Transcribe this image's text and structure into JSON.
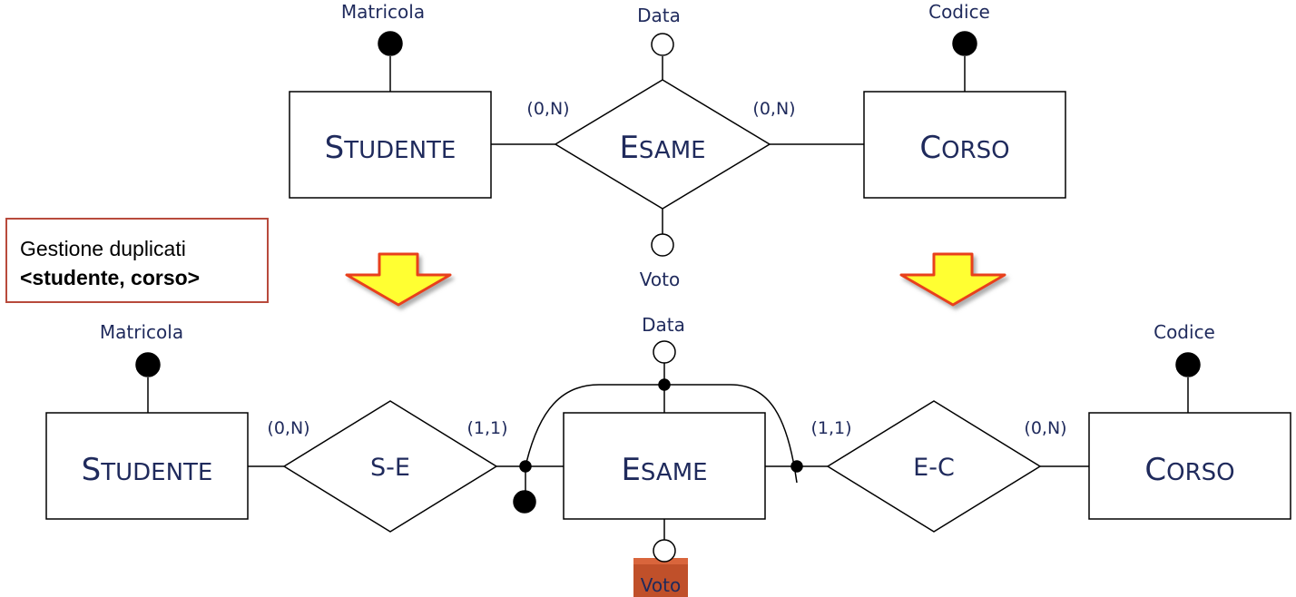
{
  "top": {
    "studente": {
      "first": "S",
      "rest": "TUDENTE"
    },
    "esame": {
      "first": "E",
      "rest": "SAME"
    },
    "corso": {
      "first": "C",
      "rest": "ORSO"
    },
    "attr_matricola": "Matricola",
    "attr_data": "Data",
    "attr_codice": "Codice",
    "attr_voto": "Voto",
    "card_left": "(0,N)",
    "card_right": "(0,N)"
  },
  "note": {
    "line1": "Gestione duplicati",
    "line2": "<studente, corso>"
  },
  "bottom": {
    "studente": {
      "first": "S",
      "rest": "TUDENTE"
    },
    "esame": {
      "first": "E",
      "rest": "SAME"
    },
    "corso": {
      "first": "C",
      "rest": "ORSO"
    },
    "rel_se": "S-E",
    "rel_ec": "E-C",
    "attr_matricola": "Matricola",
    "attr_data": "Data",
    "attr_codice": "Codice",
    "attr_voto": "Voto",
    "card_stud_se": "(0,N)",
    "card_se_esame": "(1,1)",
    "card_esame_ec": "(1,1)",
    "card_ec_corso": "(0,N)"
  },
  "colors": {
    "text": "#1f2a5c",
    "note_border": "#b84a3c",
    "arrow_fill": "#ffff33",
    "arrow_border": "#e8401c",
    "voto_highlight": "#c0502a"
  }
}
